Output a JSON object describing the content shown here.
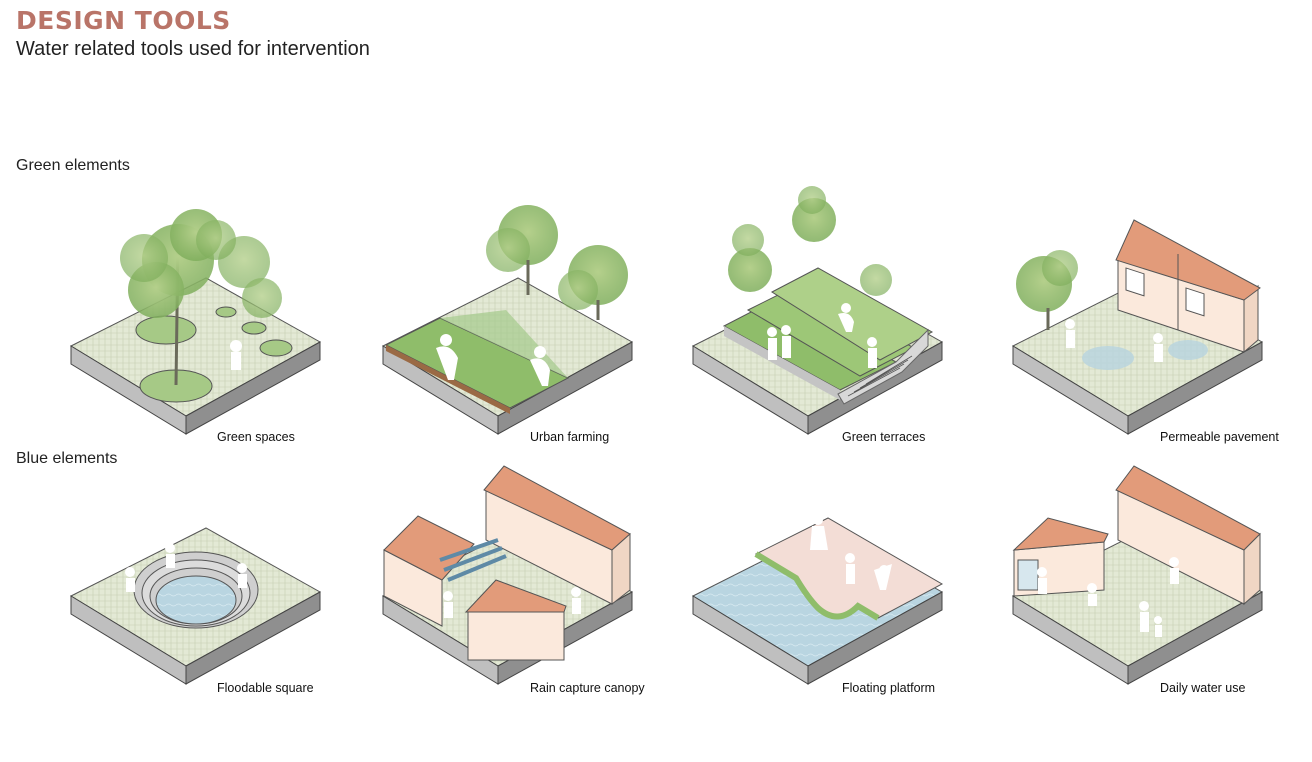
{
  "header": {
    "title": "DESIGN TOOLS",
    "subtitle": "Water related tools used for intervention"
  },
  "sections": {
    "green": "Green elements",
    "blue": "Blue elements"
  },
  "tools": {
    "green": [
      {
        "label": "Green spaces",
        "icon": "trees-and-lawn"
      },
      {
        "label": "Urban farming",
        "icon": "planting-beds"
      },
      {
        "label": "Green terraces",
        "icon": "terraced-planting"
      },
      {
        "label": "Permeable pavement",
        "icon": "paved-yard-with-house"
      }
    ],
    "blue": [
      {
        "label": "Floodable square",
        "icon": "sunken-circular-basin"
      },
      {
        "label": "Rain capture canopy",
        "icon": "canopy-between-houses"
      },
      {
        "label": "Floating platform",
        "icon": "platform-over-water"
      },
      {
        "label": "Daily water use",
        "icon": "courtyard-with-houses"
      }
    ]
  },
  "colors": {
    "title": "#b97468",
    "paving": "#dfe6cf",
    "lawn": "#9ec47a",
    "water": "#b7d3df",
    "roof": "#e09a7a",
    "wall": "#fbe9dc",
    "slab_side": "#b8b8b8"
  }
}
